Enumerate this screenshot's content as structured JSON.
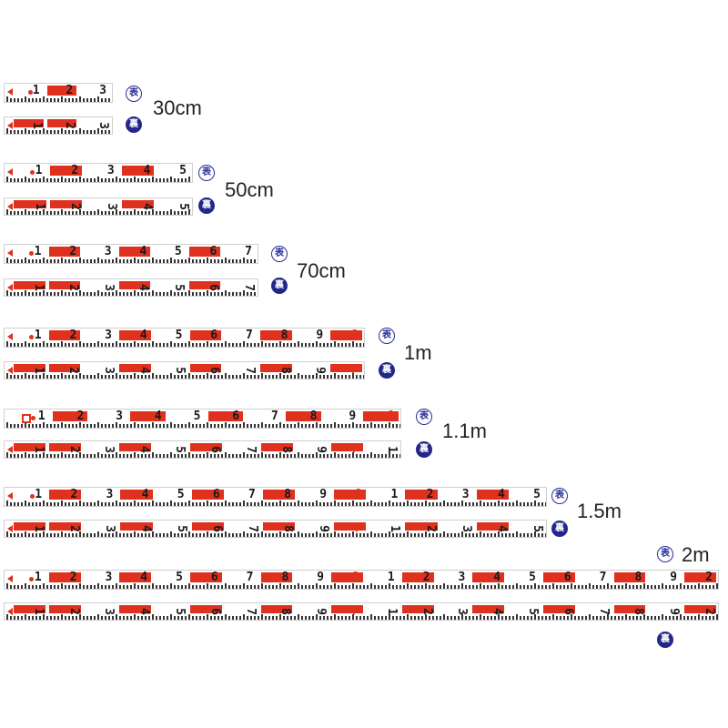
{
  "badges": {
    "front": "表",
    "back": "裏"
  },
  "colors": {
    "red": "#e0301e",
    "ink": "#1a1a1a",
    "badge_blue": "#24278a",
    "tick": "#333333"
  },
  "rulers": [
    {
      "label": "30cm",
      "front_digits": [
        "1",
        "2",
        "3"
      ],
      "back_digits": [
        "1",
        "2",
        "3"
      ]
    },
    {
      "label": "50cm",
      "front_digits": [
        "1",
        "2",
        "3",
        "4",
        "5"
      ],
      "back_digits": [
        "1",
        "2",
        "3",
        "4",
        "5"
      ]
    },
    {
      "label": "70cm",
      "front_digits": [
        "1",
        "2",
        "3",
        "4",
        "5",
        "6",
        "7"
      ],
      "back_digits": [
        "1",
        "2",
        "3",
        "4",
        "5",
        "6",
        "7"
      ]
    },
    {
      "label": "1m",
      "front_digits": [
        "1",
        "2",
        "3",
        "4",
        "5",
        "6",
        "7",
        "8",
        "9",
        "1"
      ],
      "back_digits": [
        "1",
        "2",
        "3",
        "4",
        "5",
        "6",
        "7",
        "8",
        "9",
        "1"
      ]
    },
    {
      "label": "1.1m",
      "front_digits": [
        "1",
        "2",
        "3",
        "4",
        "5",
        "6",
        "7",
        "8",
        "9",
        "1"
      ],
      "back_digits": [
        "1",
        "2",
        "3",
        "4",
        "5",
        "6",
        "7",
        "8",
        "9",
        "1",
        "1"
      ]
    },
    {
      "label": "1.5m",
      "front_digits": [
        "1",
        "2",
        "3",
        "4",
        "5",
        "6",
        "7",
        "8",
        "9",
        "1",
        "1",
        "2",
        "3",
        "4",
        "5"
      ],
      "back_digits": [
        "1",
        "2",
        "3",
        "4",
        "5",
        "6",
        "7",
        "8",
        "9",
        "1",
        "1",
        "2",
        "3",
        "4",
        "5"
      ]
    },
    {
      "label": "2m",
      "front_digits": [
        "1",
        "2",
        "3",
        "4",
        "5",
        "6",
        "7",
        "8",
        "9",
        "1",
        "1",
        "2",
        "3",
        "4",
        "5",
        "6",
        "7",
        "8",
        "9",
        "2"
      ],
      "back_digits": [
        "1",
        "2",
        "3",
        "4",
        "5",
        "6",
        "7",
        "8",
        "9",
        "1",
        "1",
        "2",
        "3",
        "4",
        "5",
        "6",
        "7",
        "8",
        "9",
        "2"
      ]
    }
  ]
}
